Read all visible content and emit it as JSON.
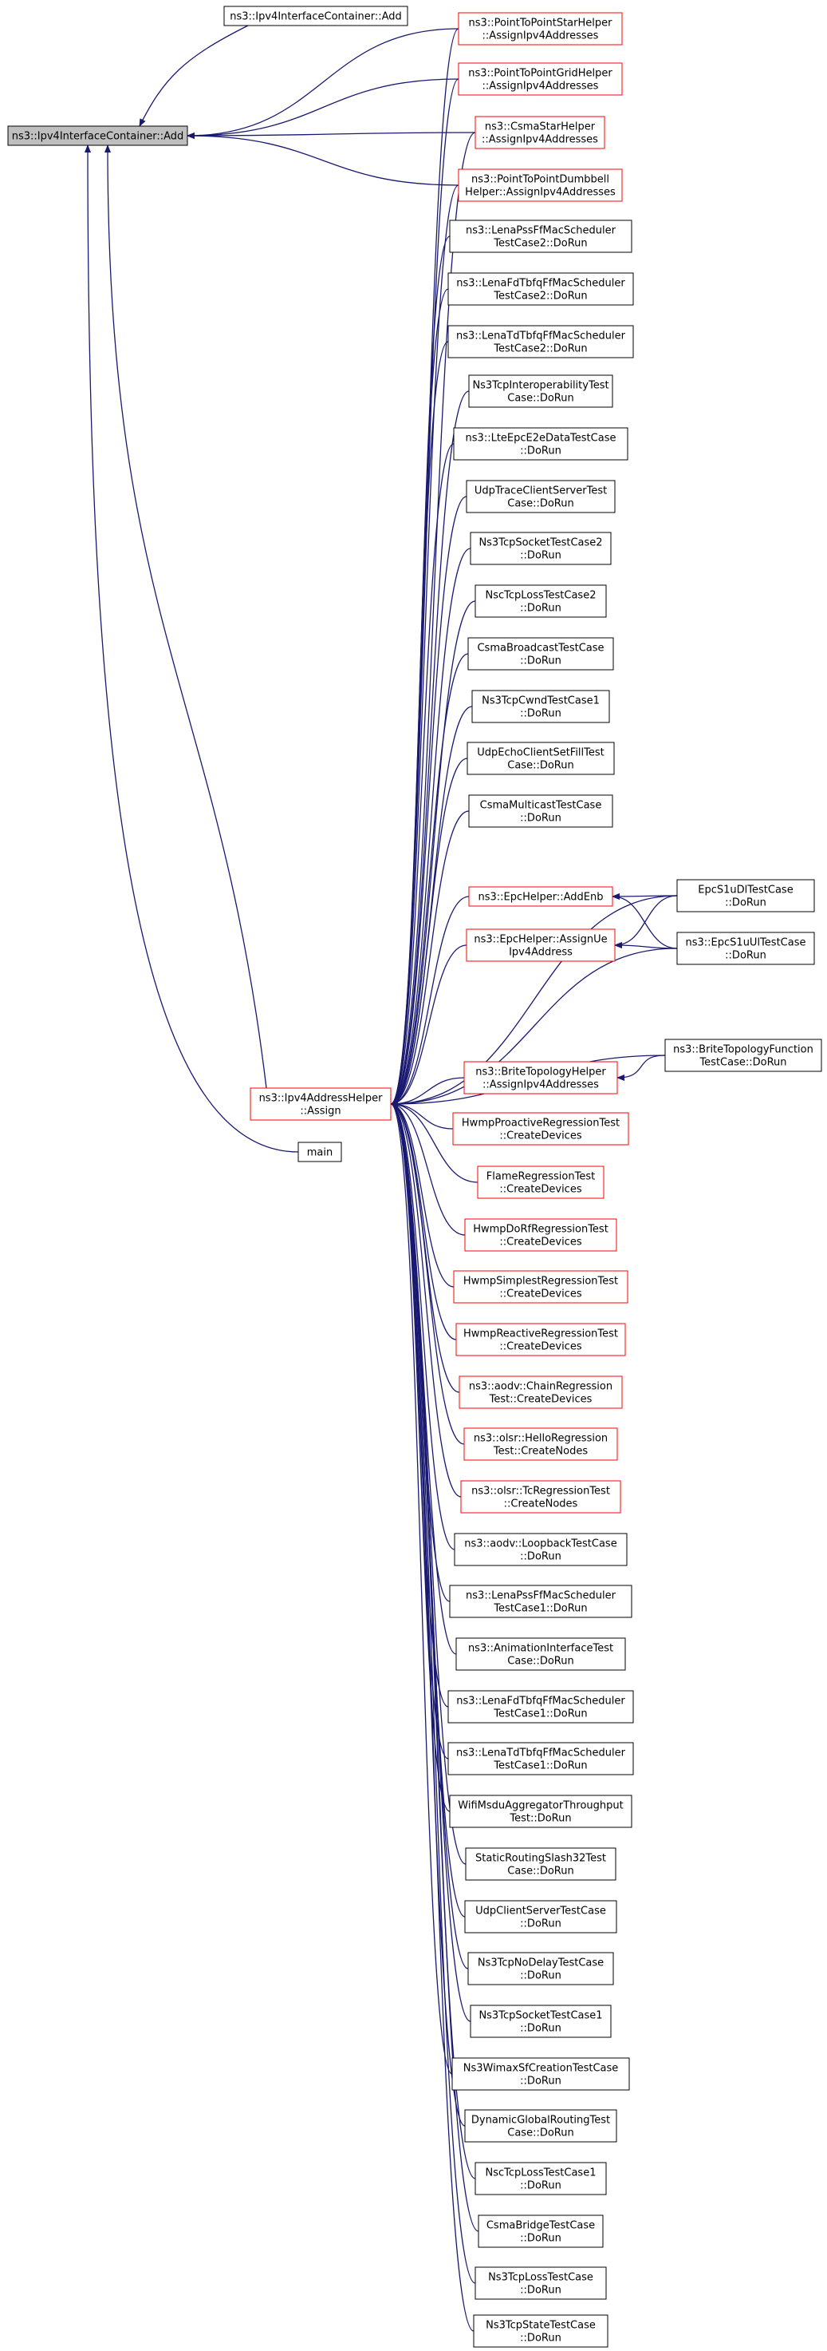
{
  "colors": {
    "edge": "#191970",
    "border_documented": "#000000",
    "border_undocumented": "#ff0000",
    "focus_fill": "#bfbfbf",
    "node_fill": "#ffffff"
  },
  "nodes": [
    {
      "id": "focus",
      "lines": [
        "ns3::Ipv4InterfaceContainer::Add"
      ],
      "style": "focus"
    },
    {
      "id": "ipv4_container_add",
      "lines": [
        "ns3::Ipv4InterfaceContainer::Add"
      ],
      "style": "black"
    },
    {
      "id": "p2p_star",
      "lines": [
        "ns3::PointToPointStarHelper",
        "::AssignIpv4Addresses"
      ],
      "style": "red"
    },
    {
      "id": "p2p_grid",
      "lines": [
        "ns3::PointToPointGridHelper",
        "::AssignIpv4Addresses"
      ],
      "style": "red"
    },
    {
      "id": "csma_star",
      "lines": [
        "ns3::CsmaStarHelper",
        "::AssignIpv4Addresses"
      ],
      "style": "red"
    },
    {
      "id": "p2p_dumbbell",
      "lines": [
        "ns3::PointToPointDumbbell",
        "Helper::AssignIpv4Addresses"
      ],
      "style": "red"
    },
    {
      "id": "lena_pss2",
      "lines": [
        "ns3::LenaPssFfMacScheduler",
        "TestCase2::DoRun"
      ],
      "style": "black"
    },
    {
      "id": "lena_fd2",
      "lines": [
        "ns3::LenaFdTbfqFfMacScheduler",
        "TestCase2::DoRun"
      ],
      "style": "black"
    },
    {
      "id": "lena_td2",
      "lines": [
        "ns3::LenaTdTbfqFfMacScheduler",
        "TestCase2::DoRun"
      ],
      "style": "black"
    },
    {
      "id": "tcp_interop",
      "lines": [
        "Ns3TcpInteroperabilityTest",
        "Case::DoRun"
      ],
      "style": "black"
    },
    {
      "id": "lte_epc",
      "lines": [
        "ns3::LteEpcE2eDataTestCase",
        "::DoRun"
      ],
      "style": "black"
    },
    {
      "id": "udp_trace",
      "lines": [
        "UdpTraceClientServerTest",
        "Case::DoRun"
      ],
      "style": "black"
    },
    {
      "id": "tcp_socket2",
      "lines": [
        "Ns3TcpSocketTestCase2",
        "::DoRun"
      ],
      "style": "black"
    },
    {
      "id": "nsc_loss2",
      "lines": [
        "NscTcpLossTestCase2",
        "::DoRun"
      ],
      "style": "black"
    },
    {
      "id": "csma_bcast",
      "lines": [
        "CsmaBroadcastTestCase",
        "::DoRun"
      ],
      "style": "black"
    },
    {
      "id": "tcp_cwnd1",
      "lines": [
        "Ns3TcpCwndTestCase1",
        "::DoRun"
      ],
      "style": "black"
    },
    {
      "id": "udp_echo_fill",
      "lines": [
        "UdpEchoClientSetFillTest",
        "Case::DoRun"
      ],
      "style": "black"
    },
    {
      "id": "csma_mcast",
      "lines": [
        "CsmaMulticastTestCase",
        "::DoRun"
      ],
      "style": "black"
    },
    {
      "id": "epc_addenb",
      "lines": [
        "ns3::EpcHelper::AddEnb"
      ],
      "style": "red"
    },
    {
      "id": "epc_assignue",
      "lines": [
        "ns3::EpcHelper::AssignUe",
        "Ipv4Address"
      ],
      "style": "red"
    },
    {
      "id": "epc_s1u_dl",
      "lines": [
        "EpcS1uDlTestCase",
        "::DoRun"
      ],
      "style": "black"
    },
    {
      "id": "epc_s1u_ul",
      "lines": [
        "ns3::EpcS1uUlTestCase",
        "::DoRun"
      ],
      "style": "black"
    },
    {
      "id": "brite_helper",
      "lines": [
        "ns3::BriteTopologyHelper",
        "::AssignIpv4Addresses"
      ],
      "style": "red"
    },
    {
      "id": "brite_test",
      "lines": [
        "ns3::BriteTopologyFunction",
        "TestCase::DoRun"
      ],
      "style": "black"
    },
    {
      "id": "ipv4_assign",
      "lines": [
        "ns3::Ipv4AddressHelper",
        "::Assign"
      ],
      "style": "red"
    },
    {
      "id": "main",
      "lines": [
        "main"
      ],
      "style": "black"
    },
    {
      "id": "hwmp_proactive",
      "lines": [
        "HwmpProactiveRegressionTest",
        "::CreateDevices"
      ],
      "style": "red"
    },
    {
      "id": "flame",
      "lines": [
        "FlameRegressionTest",
        "::CreateDevices"
      ],
      "style": "red"
    },
    {
      "id": "hwmp_dorf",
      "lines": [
        "HwmpDoRfRegressionTest",
        "::CreateDevices"
      ],
      "style": "red"
    },
    {
      "id": "hwmp_simplest",
      "lines": [
        "HwmpSimplestRegressionTest",
        "::CreateDevices"
      ],
      "style": "red"
    },
    {
      "id": "hwmp_reactive",
      "lines": [
        "HwmpReactiveRegressionTest",
        "::CreateDevices"
      ],
      "style": "red"
    },
    {
      "id": "aodv_chain",
      "lines": [
        "ns3::aodv::ChainRegression",
        "Test::CreateDevices"
      ],
      "style": "red"
    },
    {
      "id": "olsr_hello",
      "lines": [
        "ns3::olsr::HelloRegression",
        "Test::CreateNodes"
      ],
      "style": "red"
    },
    {
      "id": "olsr_tc",
      "lines": [
        "ns3::olsr::TcRegressionTest",
        "::CreateNodes"
      ],
      "style": "red"
    },
    {
      "id": "aodv_loopback",
      "lines": [
        "ns3::aodv::LoopbackTestCase",
        "::DoRun"
      ],
      "style": "black"
    },
    {
      "id": "lena_pss1",
      "lines": [
        "ns3::LenaPssFfMacScheduler",
        "TestCase1::DoRun"
      ],
      "style": "black"
    },
    {
      "id": "animation",
      "lines": [
        "ns3::AnimationInterfaceTest",
        "Case::DoRun"
      ],
      "style": "black"
    },
    {
      "id": "lena_fd1",
      "lines": [
        "ns3::LenaFdTbfqFfMacScheduler",
        "TestCase1::DoRun"
      ],
      "style": "black"
    },
    {
      "id": "lena_td1",
      "lines": [
        "ns3::LenaTdTbfqFfMacScheduler",
        "TestCase1::DoRun"
      ],
      "style": "black"
    },
    {
      "id": "wifi_msdu",
      "lines": [
        "WifiMsduAggregatorThroughput",
        "Test::DoRun"
      ],
      "style": "black"
    },
    {
      "id": "static_slash32",
      "lines": [
        "StaticRoutingSlash32Test",
        "Case::DoRun"
      ],
      "style": "black"
    },
    {
      "id": "udp_client_server",
      "lines": [
        "UdpClientServerTestCase",
        "::DoRun"
      ],
      "style": "black"
    },
    {
      "id": "tcp_nodelay",
      "lines": [
        "Ns3TcpNoDelayTestCase",
        "::DoRun"
      ],
      "style": "black"
    },
    {
      "id": "tcp_socket1",
      "lines": [
        "Ns3TcpSocketTestCase1",
        "::DoRun"
      ],
      "style": "black"
    },
    {
      "id": "wimax_sf",
      "lines": [
        "Ns3WimaxSfCreationTestCase",
        "::DoRun"
      ],
      "style": "black"
    },
    {
      "id": "dyn_global",
      "lines": [
        "DynamicGlobalRoutingTest",
        "Case::DoRun"
      ],
      "style": "black"
    },
    {
      "id": "nsc_loss1",
      "lines": [
        "NscTcpLossTestCase1",
        "::DoRun"
      ],
      "style": "black"
    },
    {
      "id": "csma_bridge",
      "lines": [
        "CsmaBridgeTestCase",
        "::DoRun"
      ],
      "style": "black"
    },
    {
      "id": "tcp_loss",
      "lines": [
        "Ns3TcpLossTestCase",
        "::DoRun"
      ],
      "style": "black"
    },
    {
      "id": "tcp_state",
      "lines": [
        "Ns3TcpStateTestCase",
        "::DoRun"
      ],
      "style": "black"
    }
  ],
  "edges": [
    {
      "from": "ipv4_container_add",
      "to": "focus"
    },
    {
      "from": "p2p_star",
      "to": "focus"
    },
    {
      "from": "p2p_grid",
      "to": "focus"
    },
    {
      "from": "csma_star",
      "to": "focus"
    },
    {
      "from": "p2p_dumbbell",
      "to": "focus"
    },
    {
      "from": "ipv4_assign",
      "to": "focus"
    },
    {
      "from": "main",
      "to": "focus"
    },
    {
      "from": "p2p_star",
      "to": "ipv4_assign"
    },
    {
      "from": "p2p_grid",
      "to": "ipv4_assign"
    },
    {
      "from": "csma_star",
      "to": "ipv4_assign"
    },
    {
      "from": "p2p_dumbbell",
      "to": "ipv4_assign"
    },
    {
      "from": "lena_pss2",
      "to": "ipv4_assign"
    },
    {
      "from": "lena_fd2",
      "to": "ipv4_assign"
    },
    {
      "from": "lena_td2",
      "to": "ipv4_assign"
    },
    {
      "from": "tcp_interop",
      "to": "ipv4_assign"
    },
    {
      "from": "lte_epc",
      "to": "ipv4_assign"
    },
    {
      "from": "udp_trace",
      "to": "ipv4_assign"
    },
    {
      "from": "tcp_socket2",
      "to": "ipv4_assign"
    },
    {
      "from": "nsc_loss2",
      "to": "ipv4_assign"
    },
    {
      "from": "csma_bcast",
      "to": "ipv4_assign"
    },
    {
      "from": "tcp_cwnd1",
      "to": "ipv4_assign"
    },
    {
      "from": "udp_echo_fill",
      "to": "ipv4_assign"
    },
    {
      "from": "csma_mcast",
      "to": "ipv4_assign"
    },
    {
      "from": "epc_addenb",
      "to": "ipv4_assign"
    },
    {
      "from": "epc_assignue",
      "to": "ipv4_assign"
    },
    {
      "from": "epc_s1u_dl",
      "to": "ipv4_assign"
    },
    {
      "from": "epc_s1u_ul",
      "to": "ipv4_assign"
    },
    {
      "from": "brite_helper",
      "to": "ipv4_assign"
    },
    {
      "from": "brite_test",
      "to": "ipv4_assign"
    },
    {
      "from": "epc_s1u_dl",
      "to": "epc_addenb"
    },
    {
      "from": "epc_s1u_ul",
      "to": "epc_addenb"
    },
    {
      "from": "epc_s1u_dl",
      "to": "epc_assignue"
    },
    {
      "from": "epc_s1u_ul",
      "to": "epc_assignue"
    },
    {
      "from": "brite_test",
      "to": "brite_helper"
    },
    {
      "from": "hwmp_proactive",
      "to": "ipv4_assign"
    },
    {
      "from": "flame",
      "to": "ipv4_assign"
    },
    {
      "from": "hwmp_dorf",
      "to": "ipv4_assign"
    },
    {
      "from": "hwmp_simplest",
      "to": "ipv4_assign"
    },
    {
      "from": "hwmp_reactive",
      "to": "ipv4_assign"
    },
    {
      "from": "aodv_chain",
      "to": "ipv4_assign"
    },
    {
      "from": "olsr_hello",
      "to": "ipv4_assign"
    },
    {
      "from": "olsr_tc",
      "to": "ipv4_assign"
    },
    {
      "from": "aodv_loopback",
      "to": "ipv4_assign"
    },
    {
      "from": "lena_pss1",
      "to": "ipv4_assign"
    },
    {
      "from": "animation",
      "to": "ipv4_assign"
    },
    {
      "from": "lena_fd1",
      "to": "ipv4_assign"
    },
    {
      "from": "lena_td1",
      "to": "ipv4_assign"
    },
    {
      "from": "wifi_msdu",
      "to": "ipv4_assign"
    },
    {
      "from": "static_slash32",
      "to": "ipv4_assign"
    },
    {
      "from": "udp_client_server",
      "to": "ipv4_assign"
    },
    {
      "from": "tcp_nodelay",
      "to": "ipv4_assign"
    },
    {
      "from": "tcp_socket1",
      "to": "ipv4_assign"
    },
    {
      "from": "wimax_sf",
      "to": "ipv4_assign"
    },
    {
      "from": "dyn_global",
      "to": "ipv4_assign"
    },
    {
      "from": "nsc_loss1",
      "to": "ipv4_assign"
    },
    {
      "from": "csma_bridge",
      "to": "ipv4_assign"
    },
    {
      "from": "tcp_loss",
      "to": "ipv4_assign"
    },
    {
      "from": "tcp_state",
      "to": "ipv4_assign"
    }
  ]
}
